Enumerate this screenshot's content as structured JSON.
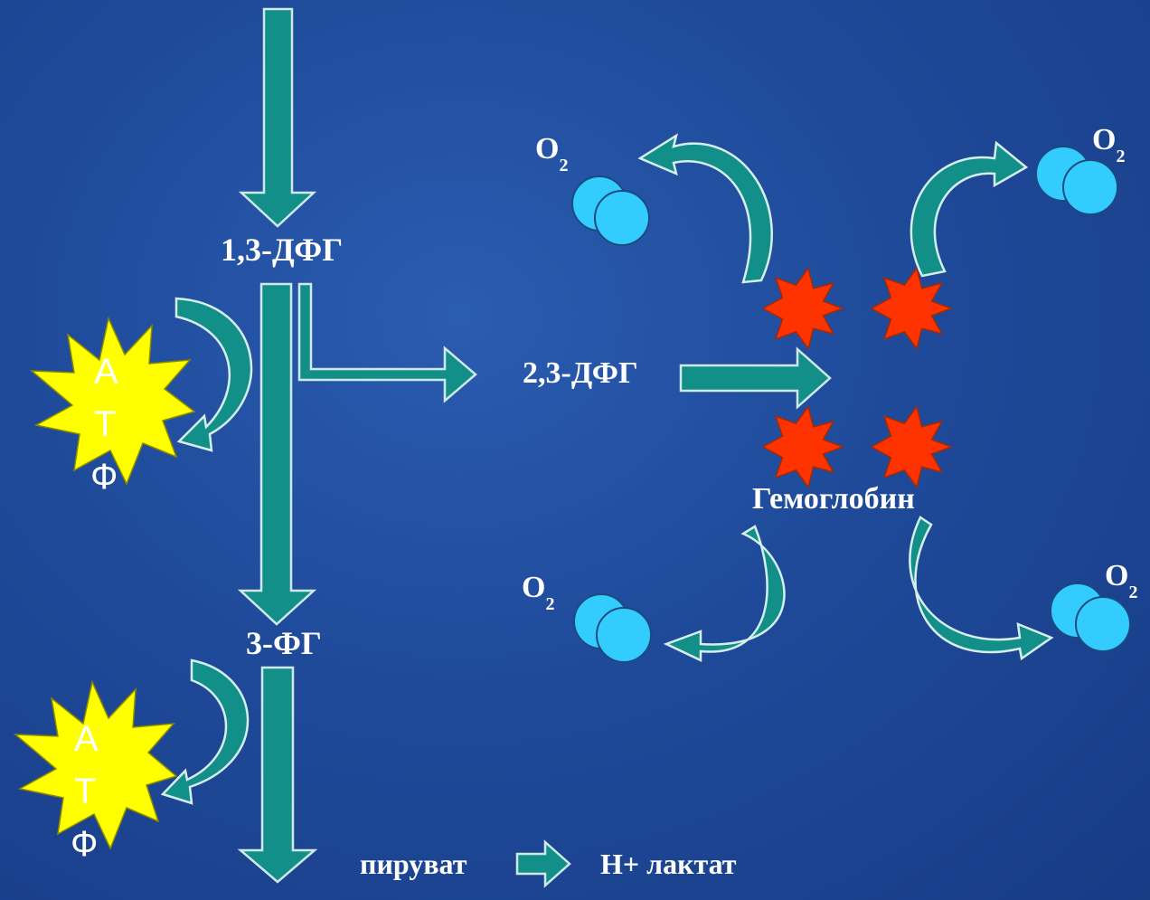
{
  "labels": {
    "dpg13": "1,3-ДФГ",
    "dpg23": "2,3-ДФГ",
    "pg3": "3-ФГ",
    "pyruvate": "пируват",
    "lactate": "Н+ лактат",
    "hemoglobin": "Гемоглобин"
  },
  "atp": {
    "letter1": "А",
    "letter2": "Т",
    "letter3": "Ф"
  },
  "oxygen": {
    "symbol": "O",
    "subscript": "2"
  },
  "colors": {
    "background": "#1f4a9a",
    "arrow": "#138f8a",
    "hemoglobin_subunit": "#ff3300",
    "atp_burst": "#ffff00",
    "oxygen_molecule": "#33ccff",
    "text": "#ffffff"
  }
}
